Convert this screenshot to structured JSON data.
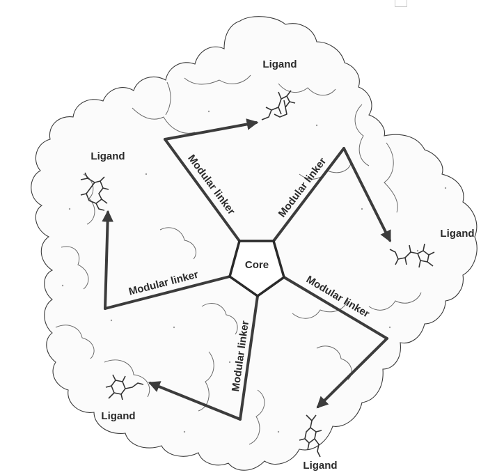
{
  "diagram": {
    "core_label": "Core",
    "linker_label": "Modular linker",
    "ligand_label": "Ligand",
    "colors": {
      "outline": "#3a3a3a",
      "linker": "#3c3c3c",
      "background": "#ffffff"
    }
  }
}
